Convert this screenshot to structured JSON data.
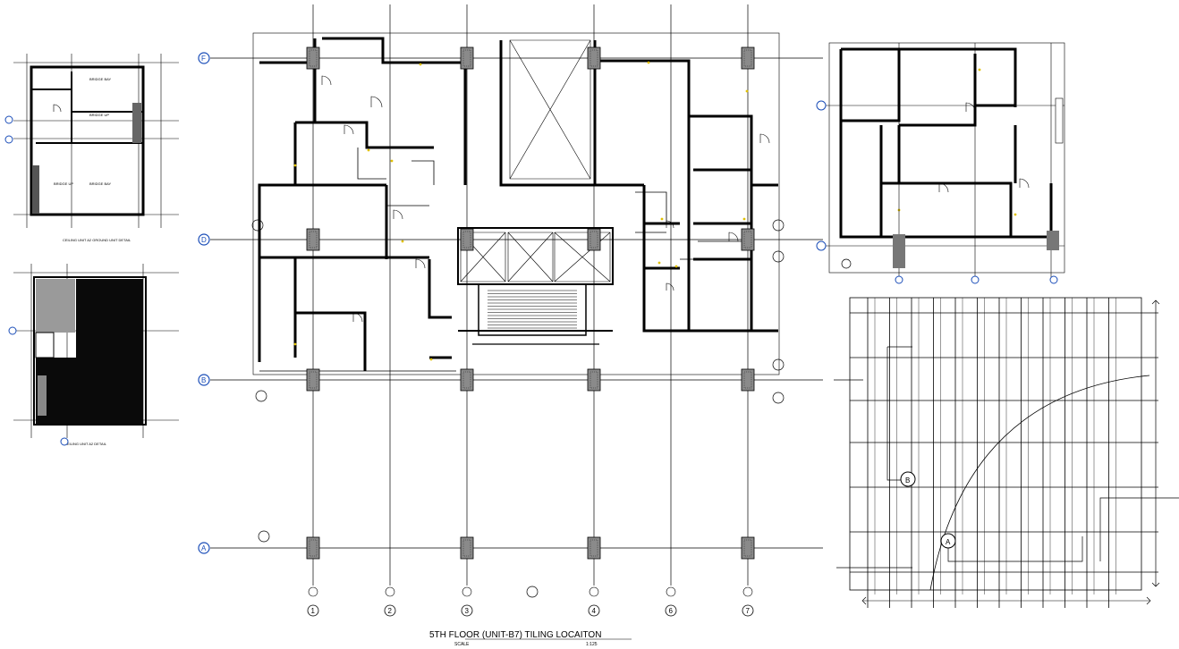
{
  "drawing": {
    "title": "5TH FLOOR (UNIT-B7) TILING LOCAITON",
    "scale_label": "SCALE",
    "scale_value": "1:125"
  },
  "grid": {
    "rows": [
      "F",
      "D",
      "B",
      "A"
    ],
    "cols": [
      "1",
      "2",
      "3",
      "4",
      "6",
      "7"
    ]
  },
  "details": {
    "ceiling_detail_1": "CEILING UNIT A2 GROUND UNIT DETAIL",
    "ceiling_detail_2": "CEILING UNIT A2 DETAIL",
    "room_labels": [
      "BRIDGE BAY",
      "BRIDGE UP",
      "BRIDGE UP",
      "BRIDGE BAY"
    ]
  },
  "tile_plan": {
    "markers": [
      "B",
      "A"
    ]
  },
  "colors": {
    "ink": "#000000",
    "bubble": "#1a4db8",
    "accent": "#e0c000"
  }
}
